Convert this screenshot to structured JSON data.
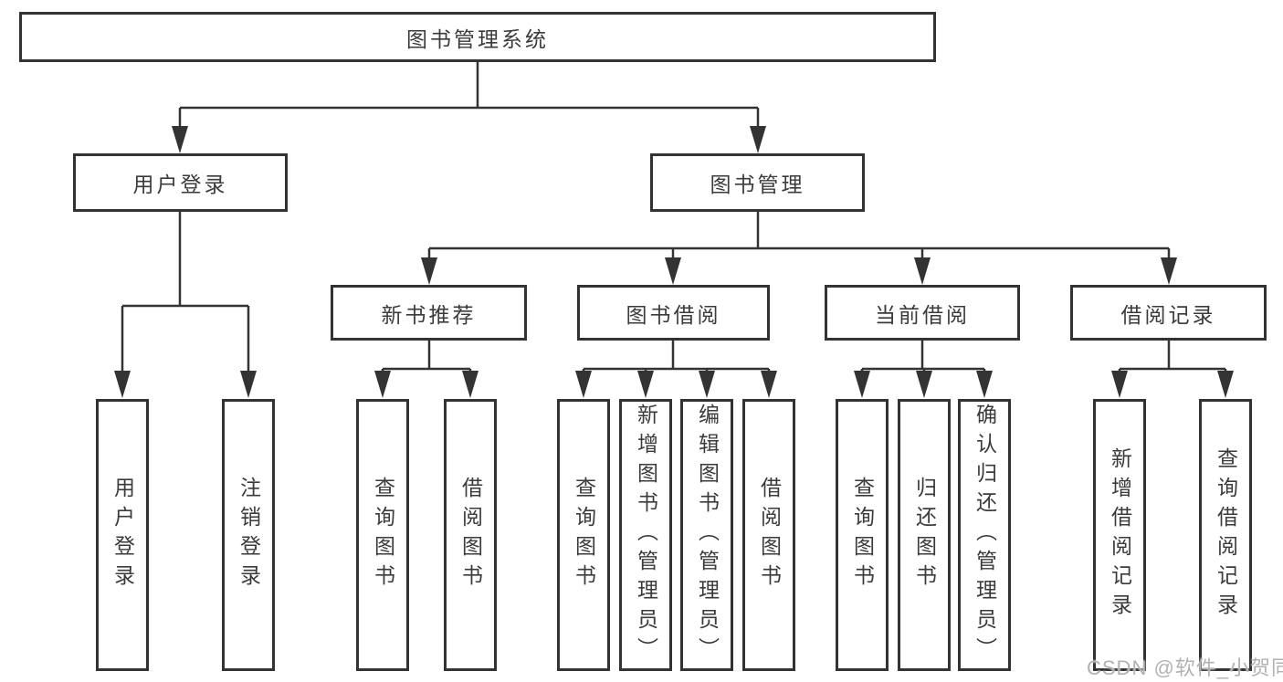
{
  "tree": {
    "root": "图书管理系统",
    "login": {
      "label": "用户登录",
      "children": [
        "用户登录",
        "注销登录"
      ]
    },
    "mgmt": {
      "label": "图书管理",
      "sections": [
        {
          "label": "新书推荐",
          "children": [
            "查询图书",
            "借阅图书"
          ]
        },
        {
          "label": "图书借阅",
          "children": [
            "查询图书",
            "新增图书（管理员）",
            "编辑图书（管理员）",
            "借阅图书"
          ]
        },
        {
          "label": "当前借阅",
          "children": [
            "查询图书",
            "归还图书",
            "确认归还（管理员）"
          ]
        },
        {
          "label": "借阅记录",
          "children": [
            "新增借阅记录",
            "查询借阅记录"
          ]
        }
      ]
    }
  },
  "colors": {
    "line": "#333333",
    "text": "#3b3b3b",
    "watermark": "#b2b2b2"
  },
  "watermark": "CSDN @软件_小贺同学"
}
